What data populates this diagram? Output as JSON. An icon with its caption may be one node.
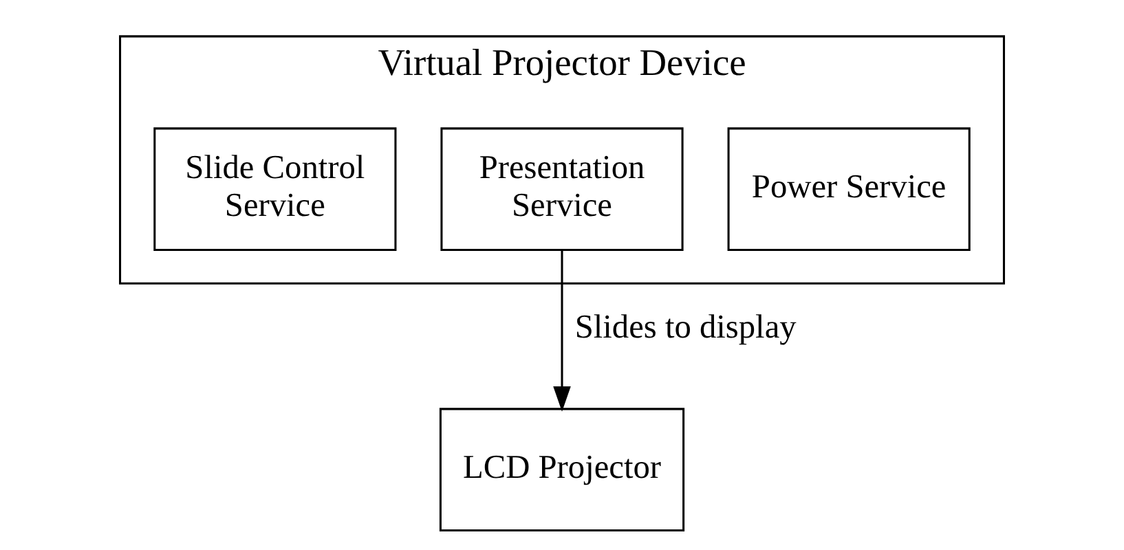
{
  "diagram": {
    "nodes": [
      {
        "text": [
          "Virtual Projector Device"
        ]
      },
      {
        "text": [
          "Power Service"
        ],
        "in": 0
      },
      {
        "text": [
          "Presentation Service"
        ],
        "in": 0
      },
      {
        "text": [
          "Slide Control Service"
        ],
        "in": 0
      },
      {
        "text": [
          "LCD Projector"
        ]
      }
    ],
    "edges": [
      {
        "from": 2,
        "to": 4,
        "arrow": "to",
        "label": "Slides to display"
      }
    ]
  }
}
